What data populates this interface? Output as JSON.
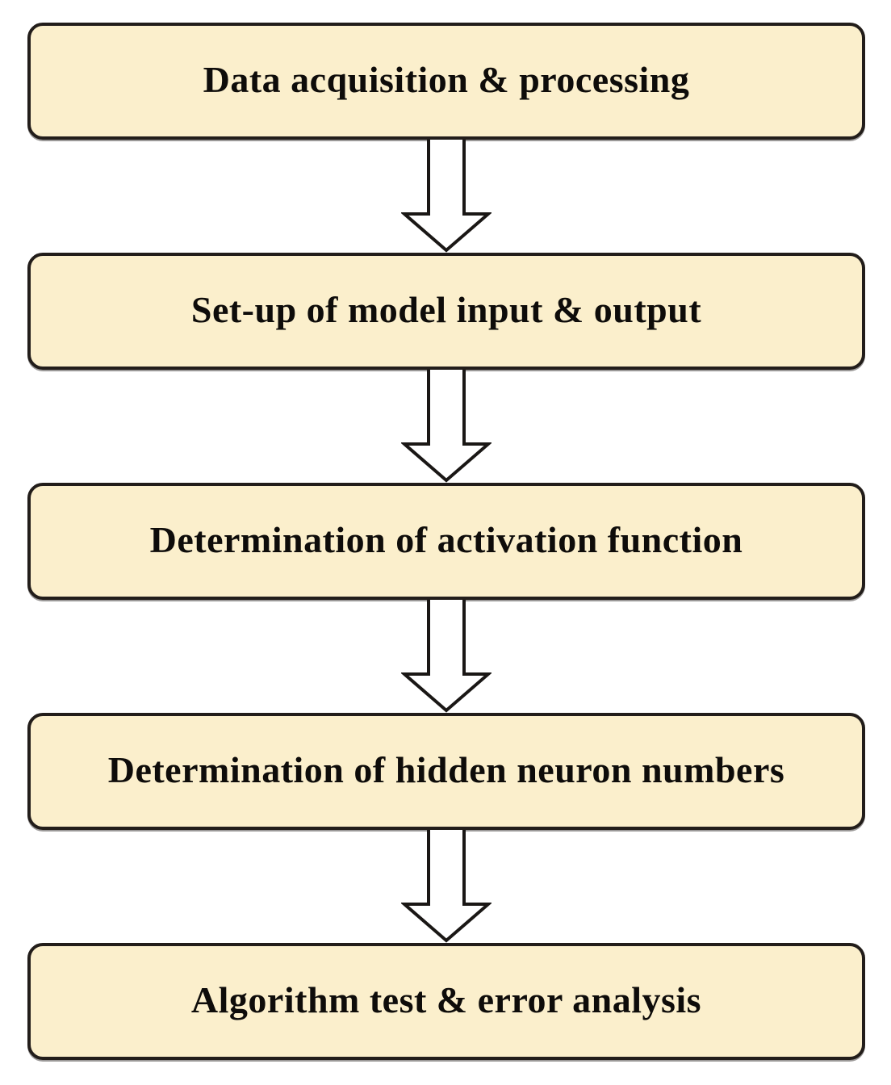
{
  "diagram": {
    "type": "flowchart",
    "direction": "top-down",
    "connector": "outlined-block-arrow-down",
    "steps": [
      {
        "label": "Data acquisition & processing"
      },
      {
        "label": "Set-up of model input & output"
      },
      {
        "label": "Determination of activation function"
      },
      {
        "label": "Determination of hidden neuron numbers"
      },
      {
        "label": "Algorithm test & error analysis"
      }
    ],
    "colors": {
      "background": "#FFFFFF",
      "box_fill": "#FBEFCC",
      "box_border": "#221D1A",
      "text": "#0E0C0A",
      "arrow_fill": "#FFFFFF",
      "arrow_stroke": "#1A1715"
    }
  }
}
